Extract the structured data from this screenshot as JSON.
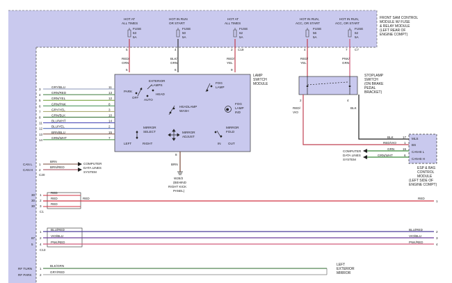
{
  "title_block": {
    "sam_module": [
      "FRONT SAM CONTROL",
      "MODULE W/ FUSE",
      "& RELAY MODULE",
      "(LEFT REAR OF",
      "ENGINE COMPT)"
    ],
    "esp_module": [
      "ESP & BAS",
      "CONTROL",
      "MODULE",
      "(LEFT SIDE OF",
      "ENGINE COMPT)"
    ],
    "lamp_switch_module": [
      "LAMP",
      "SWITCH",
      "MODULE"
    ],
    "stoplamp_switch": [
      "STOPLAMP",
      "SWITCH",
      "(ON BRAKE",
      "PEDAL",
      "BRACKET)"
    ],
    "ground_label": [
      "W28/2",
      "(BEHIND",
      "RIGHT KICK",
      "PANEL)"
    ],
    "left_mirror": [
      "LEFT",
      "EXTERIOR",
      "MIRROR"
    ]
  },
  "fuses": [
    {
      "lines": [
        "HOT AT",
        "ALL TIMES",
        "FUSE",
        "63",
        "5A"
      ],
      "pin": "5",
      "wire": [
        "RED/",
        "GRN"
      ]
    },
    {
      "lines": [
        "HOT IN RUN",
        "OR START",
        "FUSE",
        "50",
        "5A"
      ],
      "pin": "4",
      "wire": [
        "BLK/",
        "GRN"
      ]
    },
    {
      "lines": [
        "HOT AT",
        "ALL TIMES",
        "FUSE",
        "62",
        "5A"
      ],
      "pin": "2",
      "wire": [
        "RED/",
        "YEL"
      ],
      "connector": "C19"
    },
    {
      "lines": [
        "HOT IN RUN,",
        "ACC, OR START",
        "FUSE",
        "56",
        "5A"
      ],
      "pin": "4",
      "wire": [
        "RED/",
        "YEL"
      ]
    },
    {
      "lines": [
        "HOT IN RUN,",
        "ACC, OR START",
        "FUSE",
        "62",
        "5A"
      ],
      "pin": "7",
      "wire": [
        "PNK/",
        "GRN"
      ],
      "connector": "C7"
    }
  ],
  "lamp_switch_pins_top": [
    "5",
    "6",
    "9"
  ],
  "lamp_switch_labels": {
    "exterior_lamps": [
      "EXTERIOR",
      "LAMPS"
    ],
    "park": "PARK",
    "off": "OFF",
    "auto": "AUTO",
    "head": "HEAD",
    "fog_lamp": [
      "FOG",
      "LAMP"
    ],
    "headlamp_wash": [
      "HEADLAMP",
      "WASH"
    ],
    "fog_lamp_ind": [
      "FOG",
      "LAMP",
      "IND"
    ],
    "mirror_select": [
      "MIRROR",
      "SELECT"
    ],
    "left": "LEFT",
    "right": "RIGHT",
    "mirror_adjust": [
      "MIRROR",
      "ADJUST"
    ],
    "mirror_fold": [
      "MIRROR",
      "FOLD"
    ],
    "in": "IN",
    "out": "OUT"
  },
  "left_wires": [
    {
      "pin_left": "3",
      "label": "GRY/BLU",
      "pin_right": "11",
      "color": "#8a95b8"
    },
    {
      "pin_left": "4",
      "label": "GRN/RED",
      "pin_right": "13",
      "color": "#3a7a3a"
    },
    {
      "pin_left": "5",
      "label": "GRN/YEL",
      "pin_right": "12",
      "color": "#6a9a2a"
    },
    {
      "pin_left": "6",
      "label": "GRN/PNK",
      "pin_right": "8",
      "color": "#3a8a4a"
    },
    {
      "pin_left": "7",
      "label": "GRY/YEL",
      "pin_right": "3",
      "color": "#a0a060"
    },
    {
      "pin_left": "8",
      "label": "GRN/BLK",
      "pin_right": "10",
      "color": "#2a6a2a"
    },
    {
      "pin_left": "11",
      "label": "BLU/WHT",
      "pin_right": "14",
      "color": "#3a3ab0"
    },
    {
      "pin_left": "12",
      "label": "BLU/YEL",
      "pin_right": "2",
      "color": "#3a5ab0"
    },
    {
      "pin_left": "13",
      "label": "BRN/BLU",
      "pin_right": "15",
      "color": "#7a4a3a"
    },
    {
      "pin_left": "14",
      "label": "GRN/WHT",
      "pin_right": "7",
      "color": "#3a8a3a"
    }
  ],
  "can_bus": {
    "can_l": "CAN L",
    "can_h": "CAN H",
    "pin1": "1",
    "pin2": "2",
    "wire1": "BRN",
    "wire2": "BRN/RED",
    "connector": "C20",
    "dest": [
      "COMPUTER",
      "DATA LINES",
      "SYSTEM"
    ]
  },
  "ground": {
    "pin": "8",
    "wire": "BRN"
  },
  "stoplamp": {
    "pin_left": "2",
    "pin_right": "4",
    "wire_left": [
      "RED/",
      "VIO"
    ],
    "wire_right": "BLK"
  },
  "esp_pins": [
    {
      "wire": "BLK",
      "pin": "17",
      "label": "MLS"
    },
    {
      "wire": "RED/VIO",
      "pin": "1",
      "label": "BS"
    },
    {
      "wire": "GRN",
      "pin": "15",
      "label": "CAN-B L"
    },
    {
      "wire": "GRN/WHT",
      "pin": "6",
      "label": "CAN-B H"
    }
  ],
  "esp_dest": [
    "COMPUTER",
    "DATA LINES",
    "SYSTEM"
  ],
  "c1": {
    "connector": "C1",
    "rows": [
      {
        "pin_outer": "30",
        "pin_inner": "1",
        "wire": "RED"
      },
      {
        "pin_outer": "30",
        "pin_inner": "2",
        "wire": "RED"
      },
      {
        "pin_outer": "30",
        "pin_inner": "3",
        "wire": "RED"
      }
    ],
    "long_wire": "RED",
    "long_wire_end": "RED",
    "end_pin": "1"
  },
  "c13": {
    "connector": "C13",
    "rows": [
      {
        "pin_outer": "",
        "pin_inner": "1",
        "wire": "BLU/RED",
        "end_label": "BLU/RED",
        "end_pin": "2",
        "color": "#4a3a9a"
      },
      {
        "pin_outer": "87",
        "pin_inner": "2",
        "wire": "VIO/BLU",
        "end_label": "VIO/BLU",
        "end_pin": "3",
        "color": "#6a3a9a"
      },
      {
        "pin_outer": "5",
        "pin_inner": "4",
        "wire": "PNK/RED",
        "end_label": "PNK/RED",
        "end_pin": "4",
        "color": "#d05a7a"
      }
    ]
  },
  "rf": {
    "rows": [
      {
        "label": "RF TURN",
        "pin": "1",
        "wire": "BLK/GRN"
      },
      {
        "label": "RF PARK",
        "pin": "2",
        "wire": "GRY/RED"
      }
    ]
  }
}
